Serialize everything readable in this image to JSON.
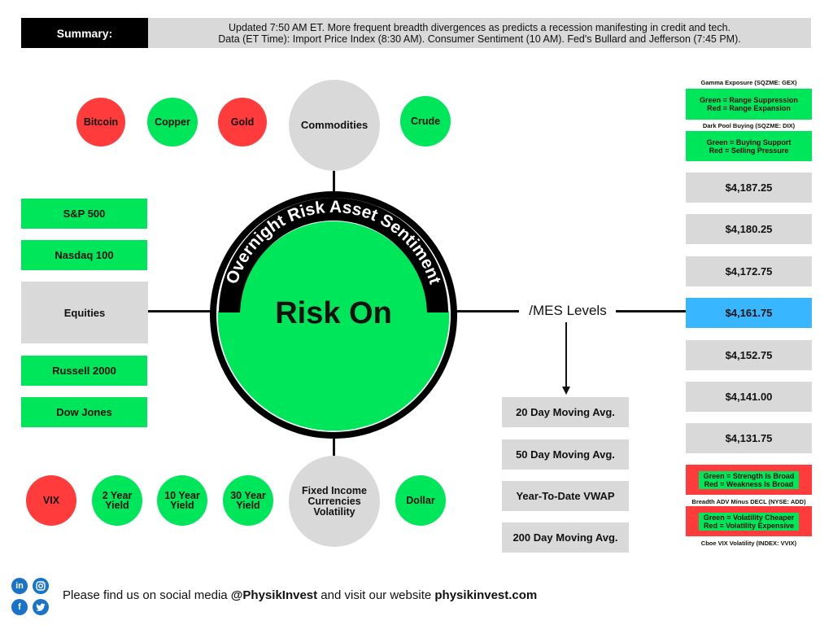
{
  "summary": {
    "label": "Summary:",
    "line1": "Updated 7:50 AM ET. More frequent breadth divergences as predicts a recession manifesting in credit and tech.",
    "line2": "Data (ET Time): Import Price Index (8:30 AM). Consumer Sentiment (10 AM). Fed's Bullard and Jefferson (7:45 PM)."
  },
  "center": {
    "arc_text": "Overnight Risk Asset Sentiment",
    "status": "Risk On"
  },
  "commodities": {
    "hub": "Commodities",
    "items": [
      {
        "label": "Bitcoin",
        "status": "red"
      },
      {
        "label": "Copper",
        "status": "green"
      },
      {
        "label": "Gold",
        "status": "red"
      },
      {
        "label": "Crude",
        "status": "green"
      }
    ]
  },
  "equities": {
    "hub": "Equities",
    "items": [
      {
        "label": "S&P 500",
        "status": "green"
      },
      {
        "label": "Nasdaq 100",
        "status": "green"
      },
      {
        "label": "Russell 2000",
        "status": "green"
      },
      {
        "label": "Dow Jones",
        "status": "green"
      }
    ]
  },
  "fixed_income": {
    "hub": [
      "Fixed Income",
      "Currencies",
      "Volatility"
    ],
    "items": [
      {
        "label": [
          "VIX"
        ],
        "status": "red"
      },
      {
        "label": [
          "2 Year",
          "Yield"
        ],
        "status": "green"
      },
      {
        "label": [
          "10 Year",
          "Yield"
        ],
        "status": "green"
      },
      {
        "label": [
          "30 Year",
          "Yield"
        ],
        "status": "green"
      },
      {
        "label": [
          "Dollar"
        ],
        "status": "green"
      }
    ]
  },
  "mes": {
    "label": "/MES Levels",
    "levels": [
      "$4,187.25",
      "$4,180.25",
      "$4,172.75",
      "$4,161.75",
      "$4,152.75",
      "$4,141.00",
      "$4,131.75"
    ],
    "active_level": "$4,161.75",
    "moving_averages": [
      "20 Day Moving Avg.",
      "50 Day Moving Avg.",
      "Year-To-Date VWAP",
      "200 Day Moving Avg."
    ]
  },
  "legends": {
    "gex": {
      "title": "Gamma Exposure (SQZME: GEX)",
      "line1": "Green = Range Suppression",
      "line2": "Red = Range Expansion",
      "color": "#00e65a"
    },
    "dix": {
      "title": "Dark Pool Buying (SQZME: DIX)",
      "line1": "Green = Buying Support",
      "line2": "Red = Selling Pressure",
      "color": "#00e65a"
    },
    "add": {
      "title": "Breadth ADV Minus DECL (NYSE: ADD)",
      "line1": "Green = Strength Is Broad",
      "line2": "Red = Weakness Is Broad",
      "color": "#ff3b3b"
    },
    "vvix": {
      "title": "Cboe VIX Volatility (INDEX: VVIX)",
      "line1": "Green = Volatility Cheaper",
      "line2": "Red = Volatility Expensive",
      "color": "#ff3b3b"
    }
  },
  "footer": {
    "prefix": "Please find us on social media ",
    "handle": "@PhysikInvest",
    "middle": " and visit our website ",
    "website": "physikinvest.com",
    "icons": [
      "linkedin-icon",
      "instagram-icon",
      "facebook-icon",
      "twitter-icon"
    ]
  },
  "colors": {
    "green": "#00e65a",
    "red": "#ff3b3b",
    "grey": "#d9d9d9",
    "blue": "#38b6ff",
    "black": "#000000"
  }
}
